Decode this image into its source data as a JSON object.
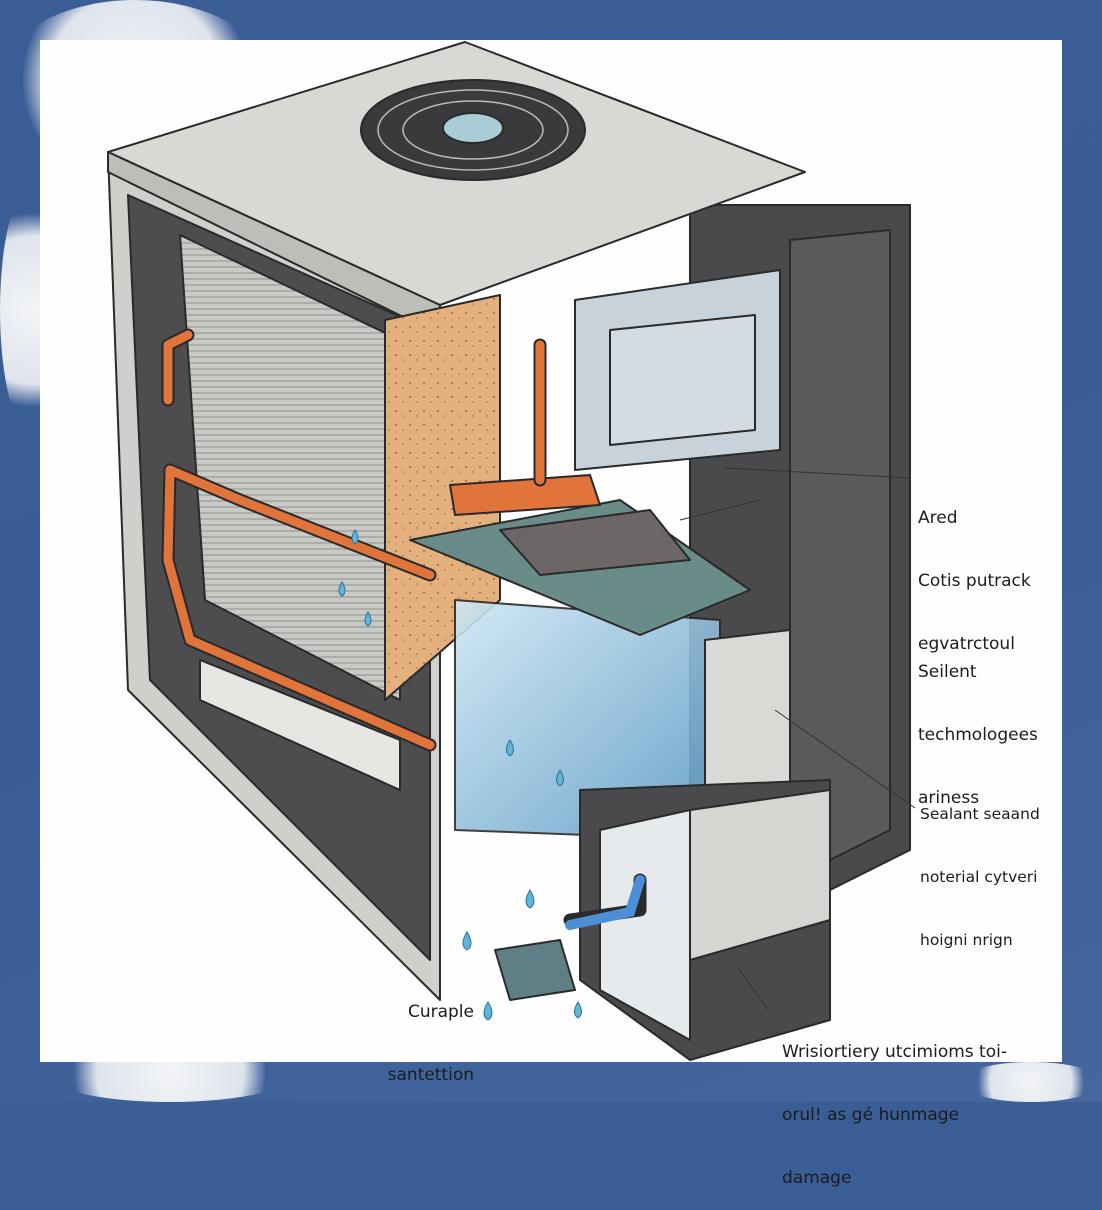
{
  "labels": {
    "callout_1": [
      "Ared",
      "Cotis putrack",
      "egvatrctoul"
    ],
    "callout_2": [
      "Seilent",
      "techmologees",
      "ariness"
    ],
    "callout_3": [
      "Sealant seaand",
      "noterial cytveri",
      "hoigni nrign"
    ],
    "callout_4": [
      "Curaple",
      "santettion"
    ],
    "callout_5": [
      "Wrisiortiery utcimioms toi-",
      "orul! as gé hunmage",
      "damage"
    ]
  },
  "colors": {
    "sky": "#3c5e97",
    "panel": "#fefefe",
    "copper_pipe": "#e0743a",
    "water": "#5fb6dc",
    "housing_dark": "#4a4a4c",
    "housing_light": "#d9d9d6"
  }
}
